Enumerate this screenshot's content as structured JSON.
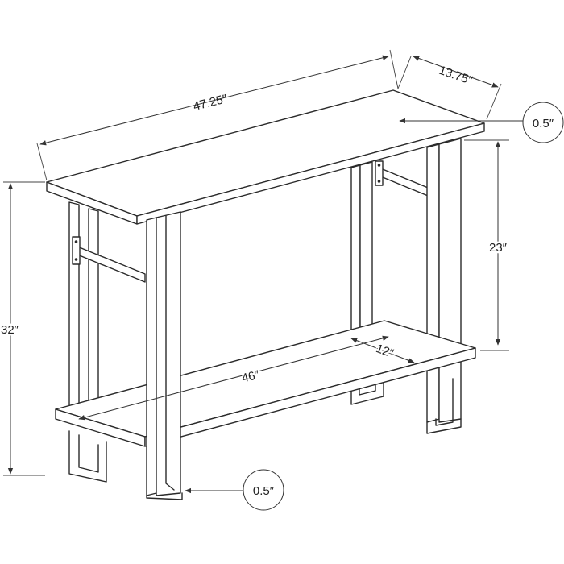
{
  "dimensions": {
    "top_length": "47.25″",
    "top_depth": "13.75″",
    "top_thickness": "0.5″",
    "shelf_to_top_height": "23″",
    "overall_height": "32″",
    "shelf_depth": "12″",
    "shelf_length": "46″",
    "shelf_thickness": "0.5″"
  },
  "colors": {
    "line": "#2a2a2a",
    "background": "#ffffff"
  }
}
